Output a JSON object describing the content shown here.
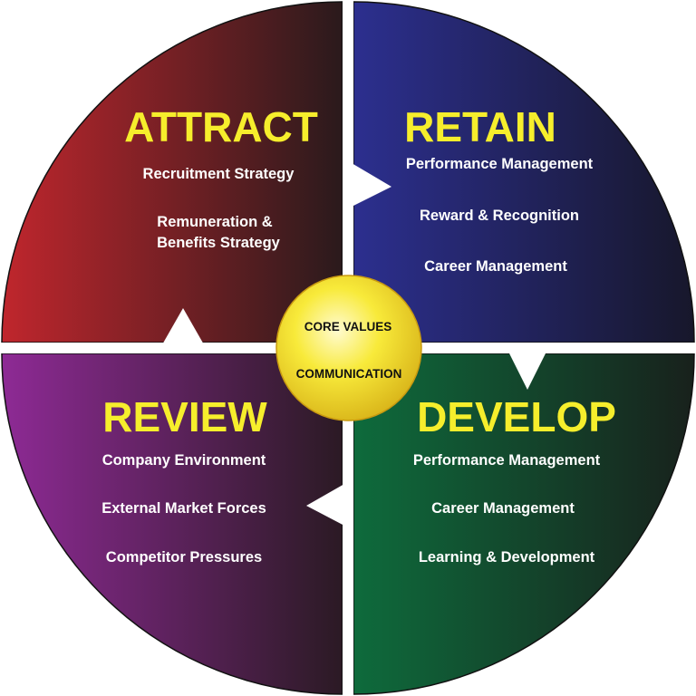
{
  "quadrants": {
    "attract": {
      "title": "ATTRACT",
      "items": [
        "Recruitment Strategy",
        "Remuneration &",
        "Benefits Strategy"
      ],
      "color_start": "#c0262d",
      "color_end": "#2a1a1c"
    },
    "retain": {
      "title": "RETAIN",
      "items": [
        "Performance Management",
        "Reward & Recognition",
        "Career Management"
      ],
      "color_start": "#2c2f8f",
      "color_end": "#17172b"
    },
    "review": {
      "title": "REVIEW",
      "items": [
        "Company Environment",
        "External Market Forces",
        "Competitor Pressures"
      ],
      "color_start": "#8e2a95",
      "color_end": "#2b1a24"
    },
    "develop": {
      "title": "DEVELOP",
      "items": [
        "Performance Management",
        "Career Management",
        "Learning & Development"
      ],
      "color_start": "#0e6b3c",
      "color_end": "#18211c"
    }
  },
  "center": {
    "line1": "CORE VALUES",
    "line2": "COMMUNICATION",
    "color": "#f5e22a"
  }
}
